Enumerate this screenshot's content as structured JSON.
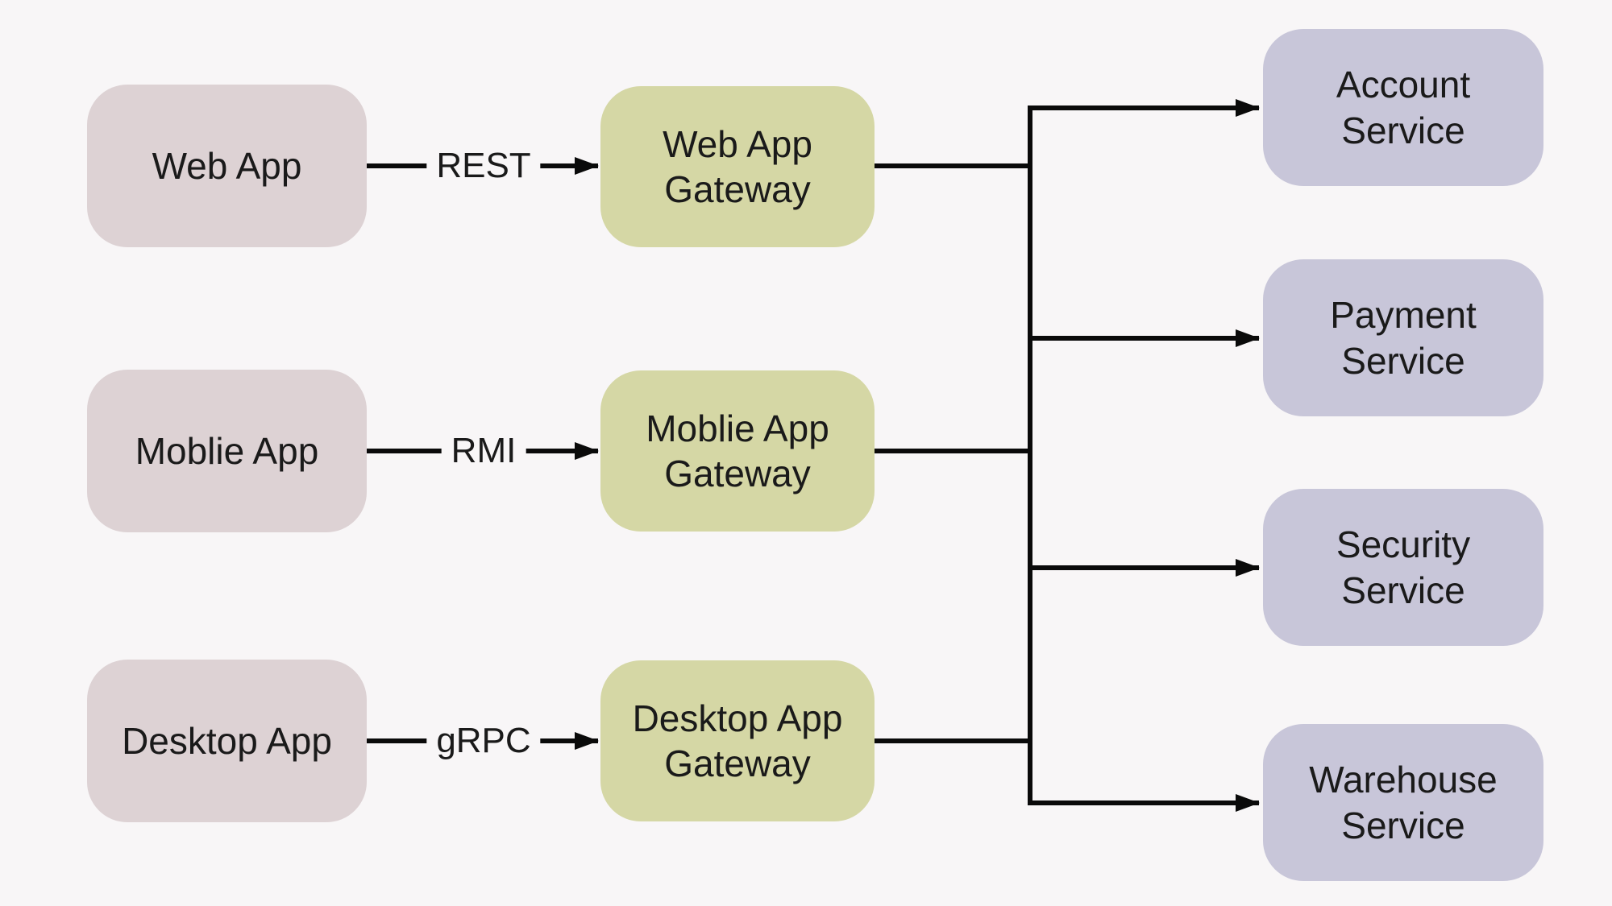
{
  "colors": {
    "background": "#f8f6f7",
    "client_fill": "#ddd2d4",
    "gateway_fill": "#d5d7a5",
    "service_fill": "#c8c6d9",
    "line": "#0a0a0a",
    "text": "#1a1a1a"
  },
  "clients": [
    {
      "label": "Web App"
    },
    {
      "label": "Moblie App"
    },
    {
      "label": "Desktop App"
    }
  ],
  "gateways": [
    {
      "label": "Web App Gateway"
    },
    {
      "label": "Moblie App Gateway"
    },
    {
      "label": "Desktop App Gateway"
    }
  ],
  "services": [
    {
      "label": "Account Service"
    },
    {
      "label": "Payment Service"
    },
    {
      "label": "Security Service"
    },
    {
      "label": "Warehouse Service"
    }
  ],
  "edges": [
    {
      "from": "Web App",
      "to": "Web App Gateway",
      "label": "REST"
    },
    {
      "from": "Moblie App",
      "to": "Moblie App Gateway",
      "label": "RMI"
    },
    {
      "from": "Desktop App",
      "to": "Desktop App Gateway",
      "label": "gRPC"
    }
  ]
}
